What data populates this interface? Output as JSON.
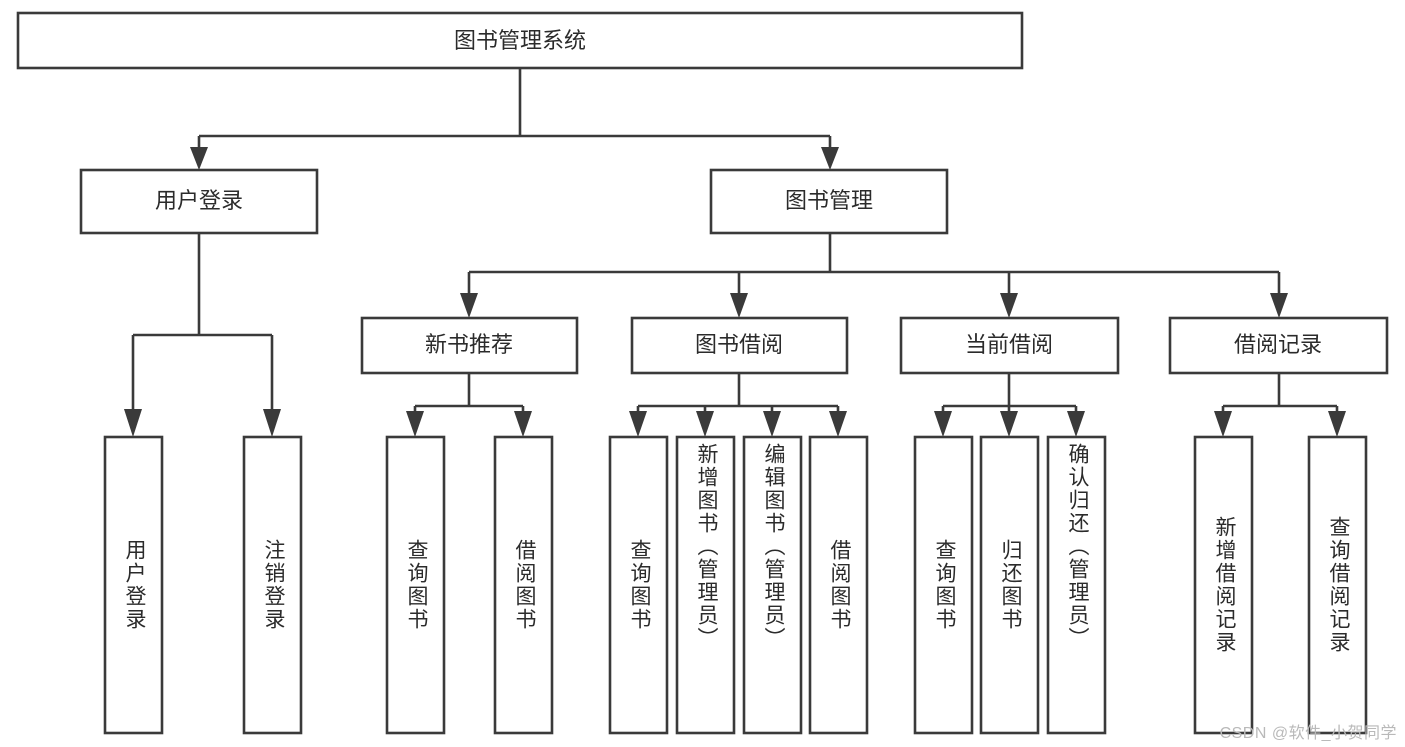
{
  "diagram": {
    "type": "tree-hierarchy",
    "title": "图书管理系统",
    "root": {
      "id": "root",
      "label": "图书管理系统",
      "orientation": "horizontal"
    },
    "level2": [
      {
        "id": "user-login",
        "label": "用户登录",
        "orientation": "horizontal"
      },
      {
        "id": "book-management",
        "label": "图书管理",
        "orientation": "horizontal"
      }
    ],
    "level3": [
      {
        "id": "new-book-recommend",
        "label": "新书推荐",
        "orientation": "horizontal"
      },
      {
        "id": "book-borrow",
        "label": "图书借阅",
        "orientation": "horizontal"
      },
      {
        "id": "current-borrow",
        "label": "当前借阅",
        "orientation": "horizontal"
      },
      {
        "id": "borrow-record",
        "label": "借阅记录",
        "orientation": "horizontal"
      }
    ],
    "leaves": {
      "user-login": [
        {
          "id": "leaf-user-login",
          "label": "用户登录",
          "orientation": "vertical"
        },
        {
          "id": "leaf-logout-login",
          "label": "注销登录",
          "orientation": "vertical"
        }
      ],
      "new-book-recommend": [
        {
          "id": "leaf-query-book-1",
          "label": "查询图书",
          "orientation": "vertical"
        },
        {
          "id": "leaf-borrow-book-1",
          "label": "借阅图书",
          "orientation": "vertical"
        }
      ],
      "book-borrow": [
        {
          "id": "leaf-query-book-2",
          "label": "查询图书",
          "orientation": "vertical"
        },
        {
          "id": "leaf-add-book-admin",
          "label": "新增图书（管理员）",
          "orientation": "vertical"
        },
        {
          "id": "leaf-edit-book-admin",
          "label": "编辑图书（管理员）",
          "orientation": "vertical"
        },
        {
          "id": "leaf-borrow-book-2",
          "label": "借阅图书",
          "orientation": "vertical"
        }
      ],
      "current-borrow": [
        {
          "id": "leaf-query-book-3",
          "label": "查询图书",
          "orientation": "vertical"
        },
        {
          "id": "leaf-return-book",
          "label": "归还图书",
          "orientation": "vertical"
        },
        {
          "id": "leaf-confirm-return-admin",
          "label": "确认归还（管理员）",
          "orientation": "vertical"
        }
      ],
      "borrow-record": [
        {
          "id": "leaf-add-borrow-record",
          "label": "新增借阅记录",
          "orientation": "vertical"
        },
        {
          "id": "leaf-query-borrow-record",
          "label": "查询借阅记录",
          "orientation": "vertical"
        }
      ]
    },
    "colors": {
      "stroke": "#3a3a3a",
      "box_fill": "#ffffff",
      "text": "#2b2b2b",
      "background": "#ffffff",
      "watermark": "#b9b9b9"
    }
  },
  "watermark": {
    "text": "CSDN @软件_小贺同学"
  }
}
